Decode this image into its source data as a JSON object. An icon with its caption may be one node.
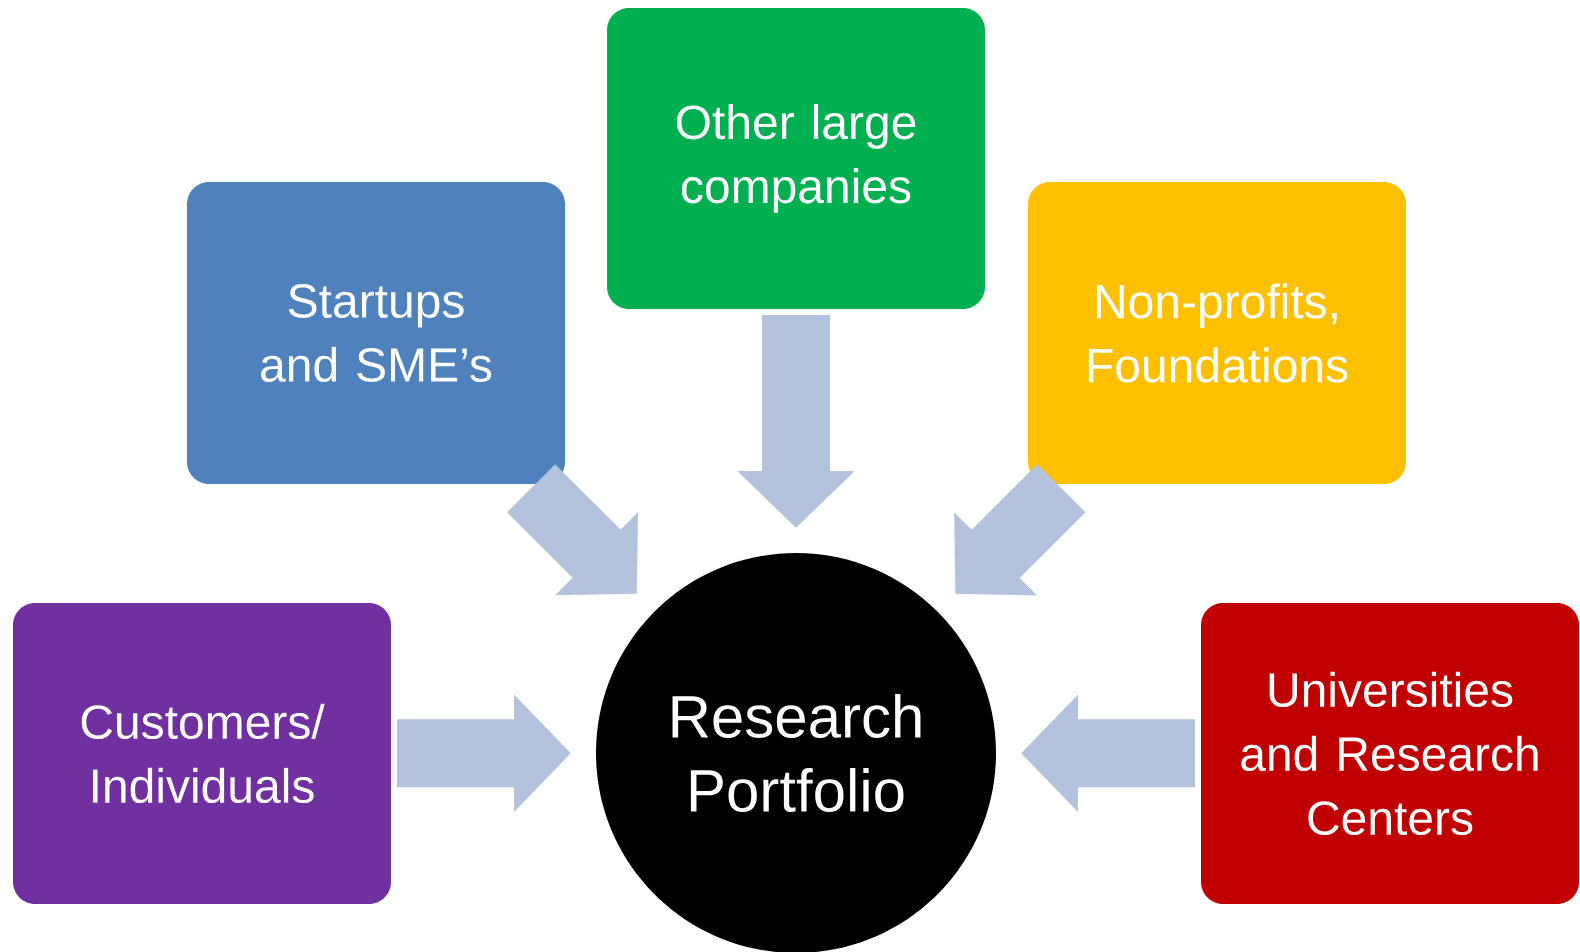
{
  "diagram": {
    "nodes": [
      {
        "text": [
          "Other large companies"
        ]
      },
      {
        "text": [
          "Startups and SME’s"
        ]
      },
      {
        "text": [
          "Non-profits, Foundations"
        ]
      },
      {
        "text": [
          "Customers/ Individuals"
        ]
      },
      {
        "text": [
          "Research Portfolio"
        ]
      },
      {
        "text": [
          "Universities and Research Centers"
        ]
      }
    ],
    "edges": [
      {
        "from": 0,
        "to": 4,
        "arrow": "to"
      },
      {
        "from": 1,
        "to": 4,
        "arrow": "to"
      },
      {
        "from": 2,
        "to": 4,
        "arrow": "to"
      },
      {
        "from": 3,
        "to": 4,
        "arrow": "to"
      },
      {
        "from": 5,
        "to": 4,
        "arrow": "to"
      }
    ]
  }
}
